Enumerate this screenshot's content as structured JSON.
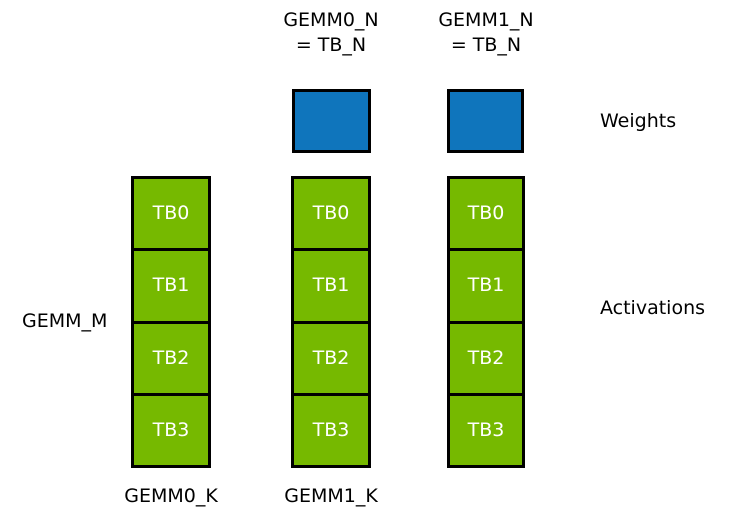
{
  "diagram": {
    "title_labels": {
      "gemm0_n": "GEMM0_N\n= TB_N",
      "gemm1_n": "GEMM1_N\n= TB_N"
    },
    "side_labels": {
      "gemm_m": "GEMM_M",
      "weights": "Weights",
      "activations": "Activations"
    },
    "bottom_labels": {
      "gemm0_k": "GEMM0_K",
      "gemm1_k": "GEMM1_K"
    },
    "colors": {
      "weights_fill": "#0F75BC",
      "activations_fill": "#76B900",
      "border": "#000000",
      "cell_text": "#FFFFFF",
      "label_text": "#000000",
      "background": "#FFFFFF"
    },
    "weight_blocks": [
      {
        "id": "weights-gemm0",
        "label": ""
      },
      {
        "id": "weights-gemm1",
        "label": ""
      }
    ],
    "activation_columns": [
      {
        "id": "activations-gemm-m",
        "cells": [
          "TB0",
          "TB1",
          "TB2",
          "TB3"
        ]
      },
      {
        "id": "activations-gemm0",
        "cells": [
          "TB0",
          "TB1",
          "TB2",
          "TB3"
        ]
      },
      {
        "id": "activations-gemm1",
        "cells": [
          "TB0",
          "TB1",
          "TB2",
          "TB3"
        ]
      }
    ]
  }
}
